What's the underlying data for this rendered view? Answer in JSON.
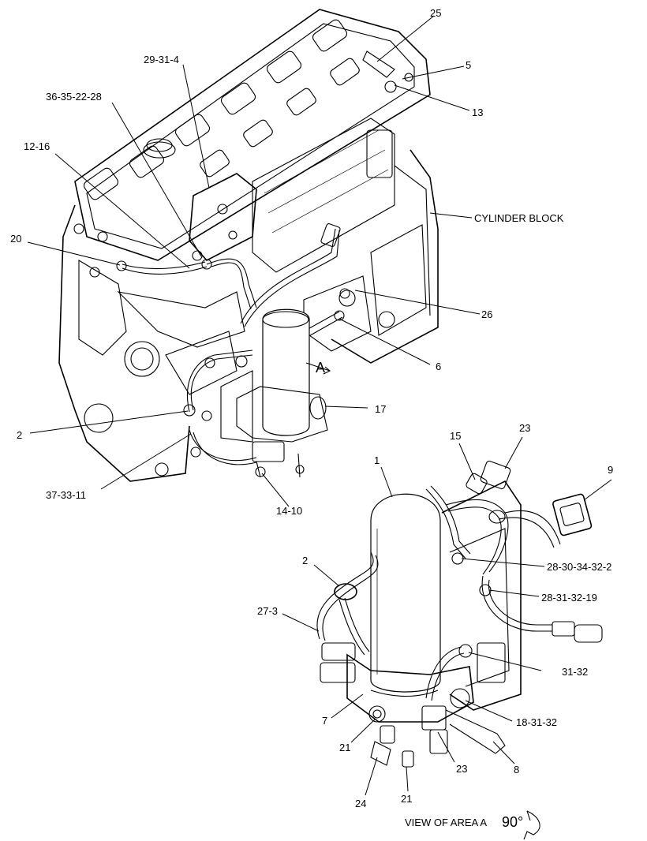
{
  "labels": {
    "p25": "25",
    "p5": "5",
    "p13": "13",
    "p29_31_4": "29-31-4",
    "p36_35_22_28": "36-35-22-28",
    "p12_16": "12-16",
    "p20": "20",
    "cylinder_block": "CYLINDER BLOCK",
    "p26": "26",
    "p6": "6",
    "area_a": "A",
    "p17": "17",
    "p2_top": "2",
    "p37_33_11": "37-33-11",
    "p14_10": "14-10",
    "p1": "1",
    "p15": "15",
    "p23_top": "23",
    "p9": "9",
    "p2_detail": "2",
    "p28_30_34_32_2": "28-30-34-32-2",
    "p28_31_32_19": "28-31-32-19",
    "p27_3": "27-3",
    "p31_32": "31-32",
    "p7": "7",
    "p18_31_32": "18-31-32",
    "p21_left": "21",
    "p23_bottom": "23",
    "p8": "8",
    "p21_bottom": "21",
    "p24": "24",
    "view_caption": "VIEW OF AREA A",
    "rotation": "90°"
  }
}
